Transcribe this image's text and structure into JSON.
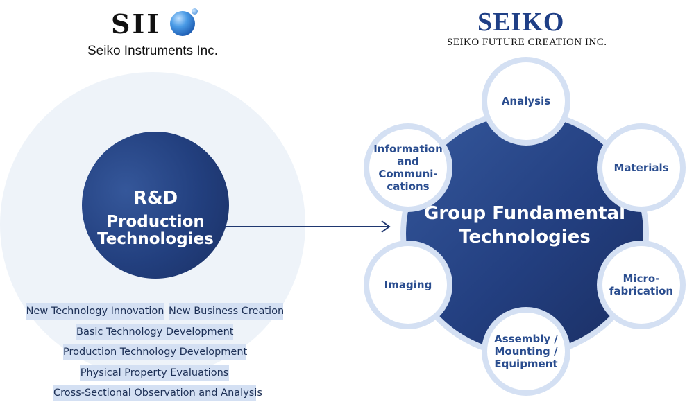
{
  "logos": {
    "sii": {
      "mark": "SII",
      "company": "Seiko Instruments Inc."
    },
    "seiko": {
      "mark": "SEIKO",
      "company": "SEIKO FUTURE CREATION INC."
    }
  },
  "left": {
    "circle_lines": [
      "R&D",
      "Production",
      "Technologies"
    ],
    "tags": [
      "New Technology Innovation",
      "New Business Creation",
      "Basic Technology Development",
      "Production Technology Development",
      "Physical Property Evaluations",
      "Cross-Sectional Observation and Analysis"
    ]
  },
  "right": {
    "hub_lines": [
      "Group Fundamental",
      "Technologies"
    ],
    "satellites": [
      "Analysis",
      "Materials",
      "Micro-\nfabrication",
      "Assembly /\nMounting /\nEquipment",
      "Imaging",
      "Information\nand\nCommuni-\ncations"
    ]
  },
  "colors": {
    "navy": "#223f7e",
    "pale_blue": "#d4e0f3",
    "pale_circle": "#eef3f9",
    "label_blue": "#2a4d8f",
    "seiko_blue": "#1f3f86"
  }
}
